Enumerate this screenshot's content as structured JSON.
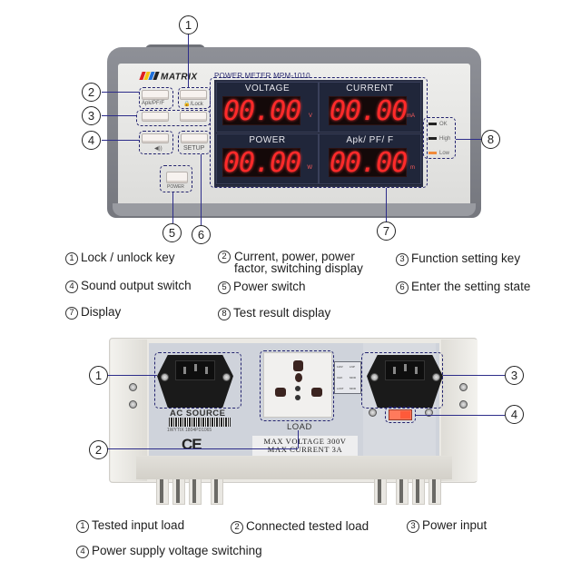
{
  "front_panel": {
    "brand": "MATRIX",
    "brand_colors": [
      "#e02020",
      "#f4c20d",
      "#1e6fd9",
      "#222222"
    ],
    "model": "POWER METER MPM-1010",
    "keys": [
      {
        "id": "apk-pf-f",
        "label": "Apk/PF/F"
      },
      {
        "id": "lock",
        "label": "🔒/Lock"
      },
      {
        "id": "down",
        "label": "▾"
      },
      {
        "id": "shift",
        "label": "→"
      },
      {
        "id": "sound",
        "label": "◀))"
      },
      {
        "id": "setup",
        "label": "SETUP"
      },
      {
        "id": "power",
        "label": "POWER"
      }
    ],
    "display": {
      "cells": [
        {
          "title": "VOLTAGE",
          "value": "00.00",
          "unit": "V"
        },
        {
          "title": "CURRENT",
          "value": "00.00",
          "unit": "mA"
        },
        {
          "title": "POWER",
          "value": "00.00",
          "unit": "W"
        },
        {
          "title": "Apk/ PF/ F",
          "value": "00.00",
          "unit": "m"
        }
      ],
      "led_color": "#ff2a2a"
    },
    "indicators": [
      {
        "label": "OK",
        "color": "#222222"
      },
      {
        "label": "High",
        "color": "#222222"
      },
      {
        "label": "Low",
        "color": "#f08a3a"
      }
    ],
    "callouts": [
      "1",
      "2",
      "3",
      "4",
      "5",
      "6",
      "7",
      "8"
    ]
  },
  "front_legend": [
    {
      "num": "1",
      "text": "Lock / unlock key"
    },
    {
      "num": "2",
      "text": "Current, power, power factor, switching display",
      "line1": "Current, power, power",
      "line2": "factor, switching display"
    },
    {
      "num": "3",
      "text": "Function setting key"
    },
    {
      "num": "4",
      "text": "Sound output switch"
    },
    {
      "num": "5",
      "text": "Power switch"
    },
    {
      "num": "6",
      "text": "Enter the setting state"
    },
    {
      "num": "7",
      "text": "Display"
    },
    {
      "num": "8",
      "text": "Test result display"
    }
  ],
  "rear_panel": {
    "ac_source_label": "AC SOURCE",
    "barcode_text": "1WYTIX 1804PD1065",
    "ce_mark": "CE",
    "load_label": "LOAD",
    "spec_line1": "MAX VOLTAGE 300V",
    "spec_line2": "MAX CURRENT 3A",
    "voltage_table": [
      [
        "110V",
        "LNP"
      ],
      [
        "CHK",
        "MOD"
      ],
      [
        "LAST",
        "MOD"
      ]
    ],
    "callouts": [
      "1",
      "2",
      "3",
      "4"
    ]
  },
  "rear_legend": [
    {
      "num": "1",
      "text": "Tested input load"
    },
    {
      "num": "2",
      "text": "Connected tested load"
    },
    {
      "num": "3",
      "text": "Power input"
    },
    {
      "num": "4",
      "text": "Power supply voltage switching"
    }
  ]
}
